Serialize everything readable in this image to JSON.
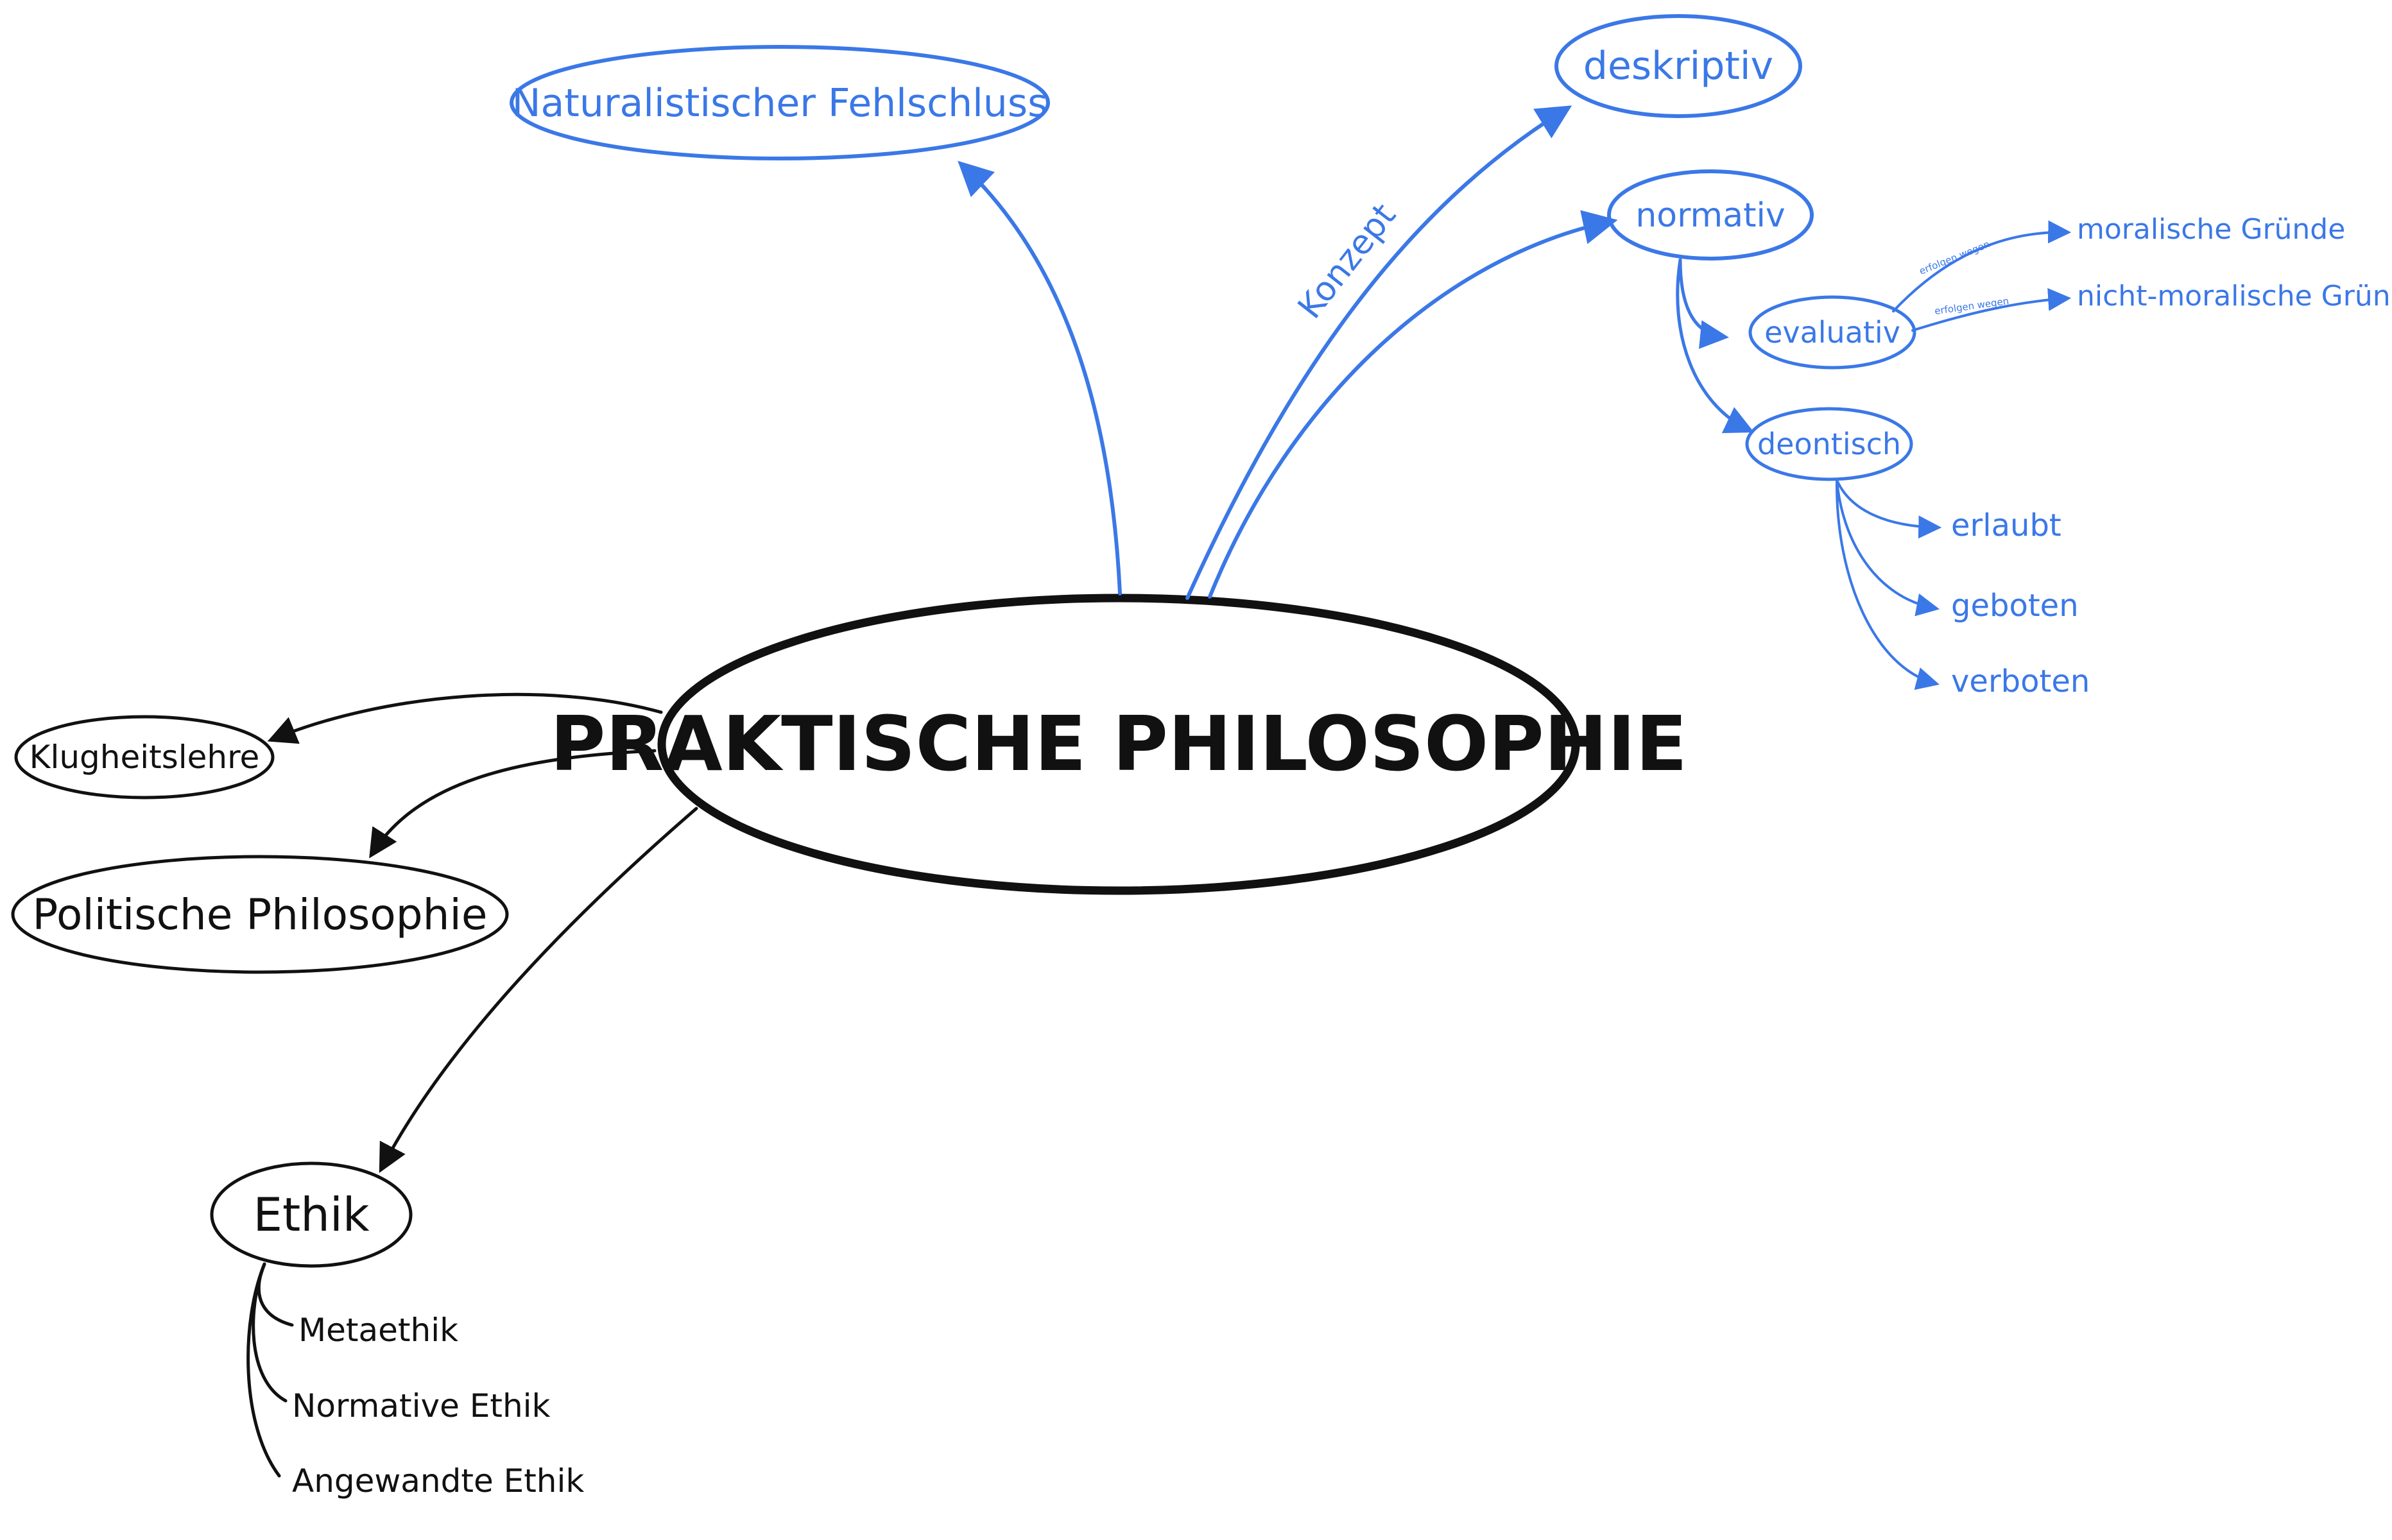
{
  "colors": {
    "black": "#111111",
    "blue": "#3b78e7",
    "background": "#ffffff"
  },
  "center": {
    "label": "PRAKTISCHE PHILOSOPHIE"
  },
  "left_branches": {
    "klugheit": "Klugheitslehre",
    "politisch": "Politische Philosophie",
    "ethik": "Ethik",
    "ethik_children": [
      "Metaethik",
      "Normative Ethik",
      "Angewandte Ethik"
    ]
  },
  "top_branches": {
    "naturalistisch": "Naturalistischer Fehlschluss",
    "deskriptiv": "deskriptiv",
    "normativ": "normativ",
    "konzept": "Konzept"
  },
  "normativ_children": {
    "evaluativ": "evaluativ",
    "deontisch": "deontisch",
    "evaluativ_link_label": "erfolgen wegen",
    "evaluativ_targets": [
      "moralische Gründe",
      "nicht-moralische Gründe"
    ],
    "deontisch_targets": [
      "erlaubt",
      "geboten",
      "verboten"
    ]
  }
}
